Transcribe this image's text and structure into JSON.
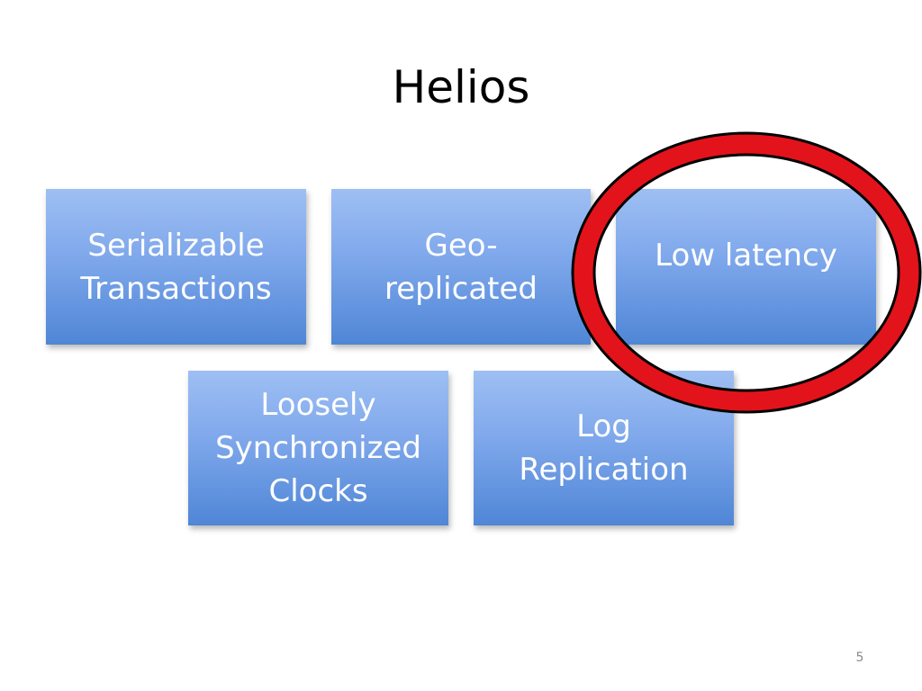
{
  "slide": {
    "title": "Helios",
    "page_number": "5"
  },
  "boxes": {
    "serializable": "Serializable\nTransactions",
    "geo": "Geo-\nreplicated",
    "latency": "Low latency",
    "clocks": "Loosely\nSynchronized\nClocks",
    "log": "Log\nReplication"
  },
  "colors": {
    "box_top": "#9ebff3",
    "box_bottom": "#4f86d6",
    "highlight_ring": "#e3131b"
  }
}
